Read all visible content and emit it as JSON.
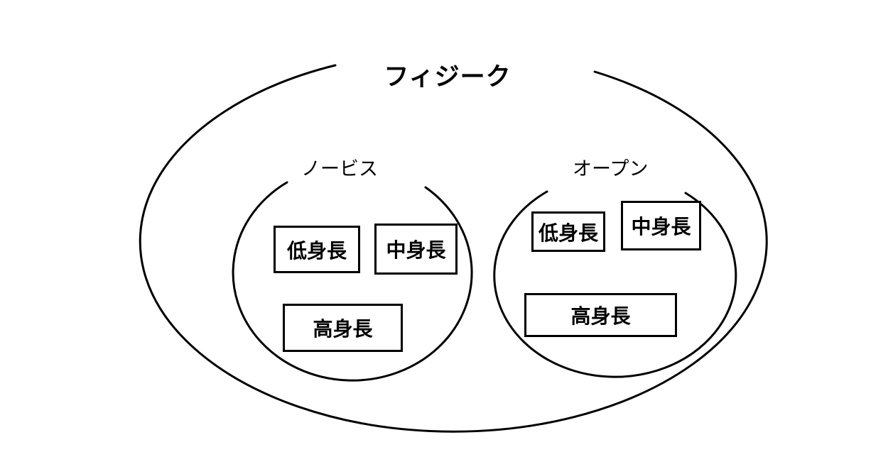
{
  "diagram": {
    "title": "フィジーク",
    "groups": [
      {
        "label": "ノービス",
        "items": [
          {
            "label": "低身長"
          },
          {
            "label": "中身長"
          },
          {
            "label": "高身長"
          }
        ]
      },
      {
        "label": "オープン",
        "items": [
          {
            "label": "低身長"
          },
          {
            "label": "中身長"
          },
          {
            "label": "高身長"
          }
        ]
      }
    ],
    "colors": {
      "stroke": "#000000",
      "background": "#ffffff"
    }
  }
}
